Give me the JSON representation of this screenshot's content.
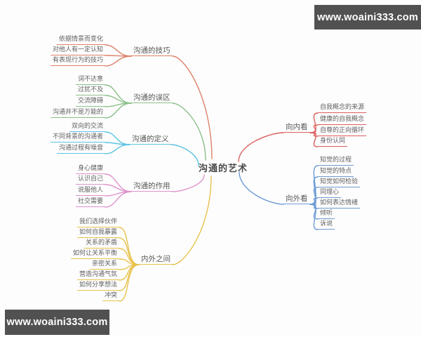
{
  "watermark_top": "www.woaini333.com",
  "watermark_bottom": "www.woaini333.com",
  "mindmap": {
    "root": "沟通的艺术",
    "branches": [
      {
        "label": "沟通的技巧",
        "side": "left",
        "color": "#dd8168",
        "children": [
          "依据情景而变化",
          "对他人有一定认知",
          "有表现行为的技巧"
        ]
      },
      {
        "label": "沟通的误区",
        "side": "left",
        "color": "#8cc08a",
        "children": [
          "词不达意",
          "过犹不及",
          "交流障碍",
          "沟通并不是万能的"
        ]
      },
      {
        "label": "沟通的定义",
        "side": "left",
        "color": "#5ec3e3",
        "children": [
          "双向的交流",
          "不同背景的沟通者",
          "沟通过程有噪音"
        ]
      },
      {
        "label": "沟通的作用",
        "side": "left",
        "color": "#de93cc",
        "children": [
          "身心健康",
          "认识自己",
          "说服他人",
          "社交需要"
        ]
      },
      {
        "label": "内外之间",
        "side": "left",
        "color": "#e7c24d",
        "children": [
          "我们选择伙伴",
          "如何自我暴露",
          "关系的矛盾",
          "如何让关系平衡",
          "亲密关系",
          "营造沟通气氛",
          "如何分享想法",
          "冲突"
        ]
      },
      {
        "label": "向内看",
        "side": "right",
        "color": "#dc6060",
        "children": [
          "自我概念的来源",
          "健康的自我概念",
          "自尊的正向循环",
          "身份认同"
        ]
      },
      {
        "label": "向外看",
        "side": "right",
        "color": "#6d9bd4",
        "children": [
          "知觉的过程",
          "知觉的特点",
          "知觉如何检验",
          "同理心",
          "如何表达情绪",
          "倾听",
          "诉说"
        ]
      }
    ]
  }
}
